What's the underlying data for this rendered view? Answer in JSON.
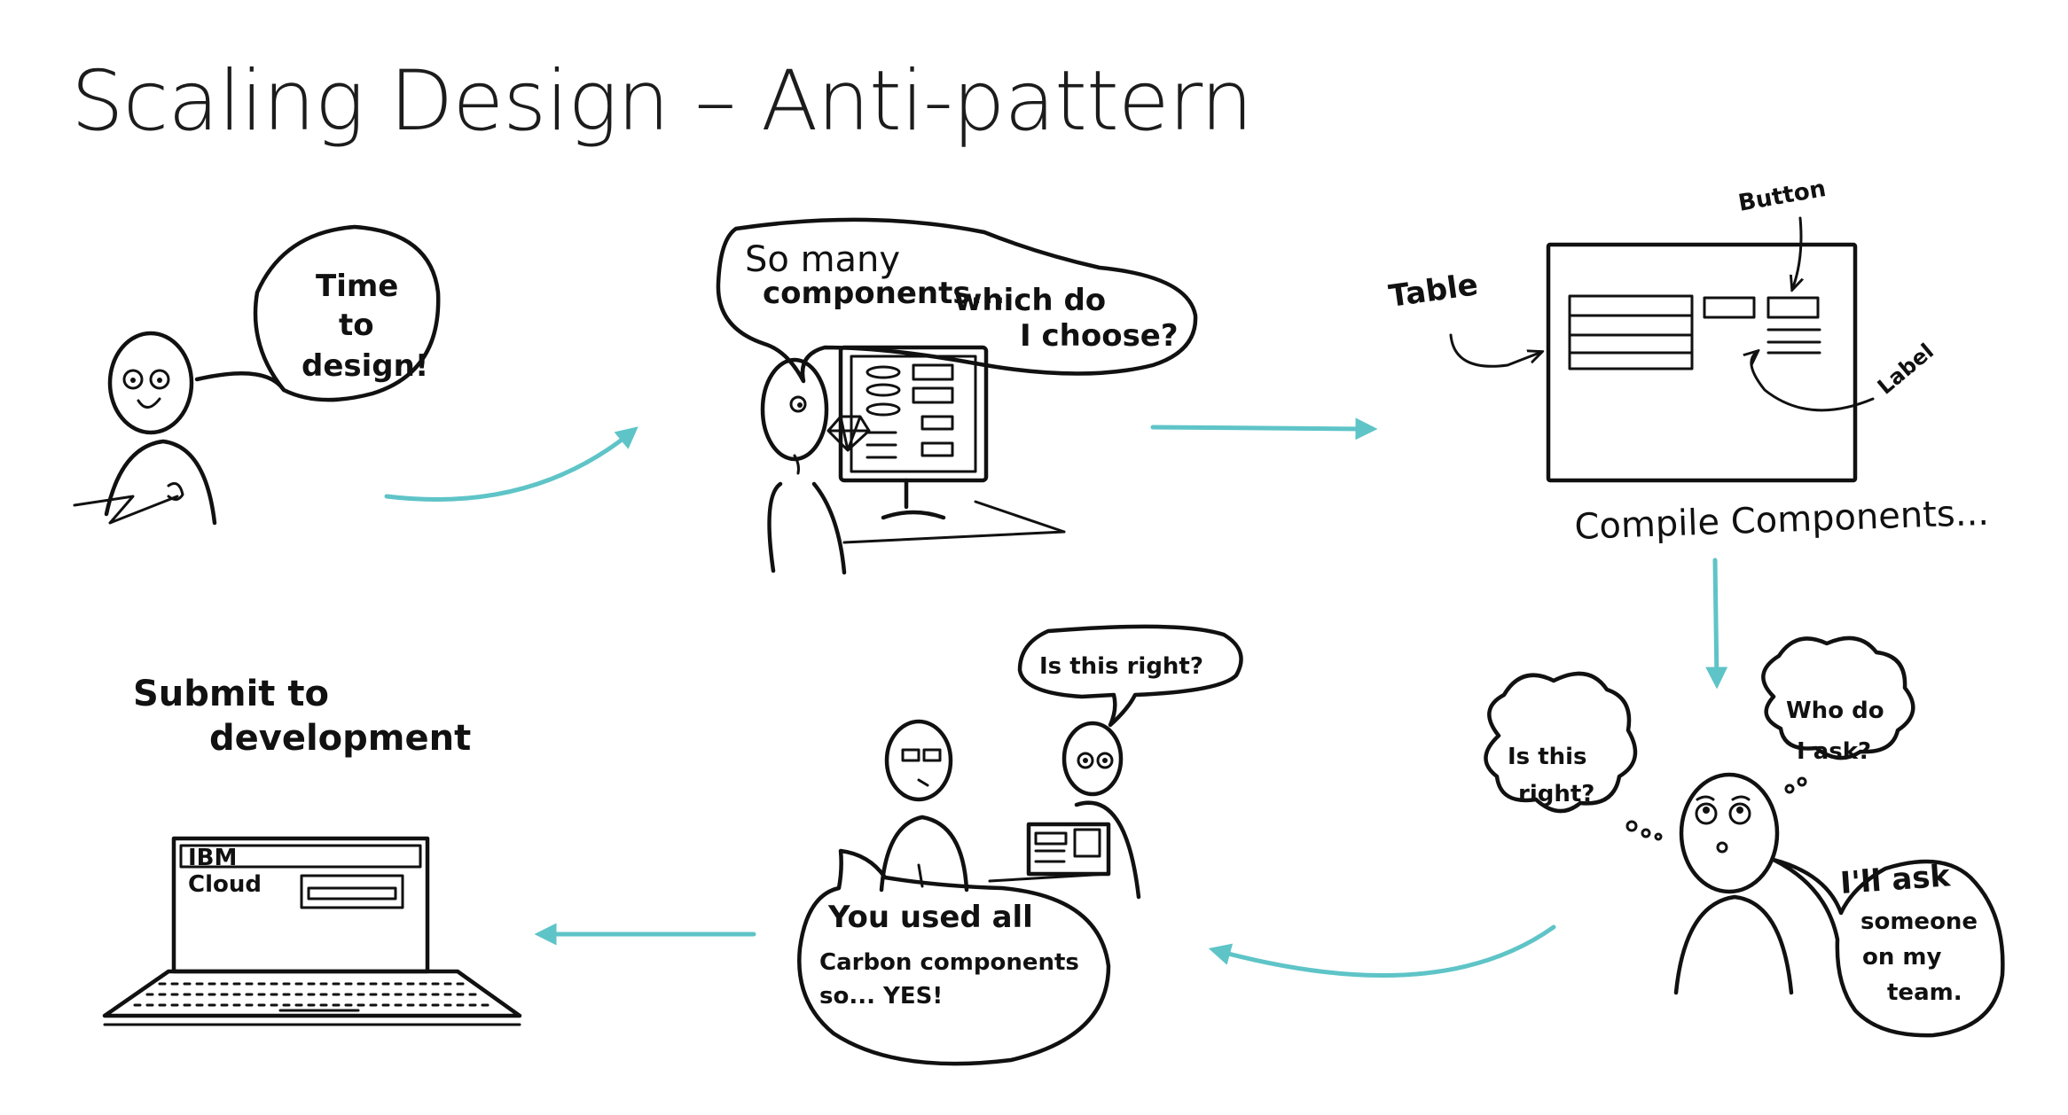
{
  "title": "Scaling Design – Anti-pattern",
  "accent_color": "#5ec4c7",
  "ink_color": "#111111",
  "scenes": {
    "start": {
      "speech": [
        "Time",
        "to",
        "design!"
      ]
    },
    "choose": {
      "speech": [
        "So many",
        "components...",
        "which do",
        "I choose?"
      ]
    },
    "compile": {
      "labels": {
        "table": "Table",
        "button": "Button",
        "label": "Label"
      },
      "caption": "Compile Components..."
    },
    "doubt": {
      "thought_left": [
        "Is this",
        "right?"
      ],
      "thought_right": [
        "Who do",
        "I ask?"
      ],
      "speech": [
        "I'll ask",
        "someone",
        "on my",
        "team."
      ]
    },
    "review": {
      "question": "Is this right?",
      "answer": [
        "You used all",
        "Carbon components",
        "so... YES!"
      ]
    },
    "submit": {
      "caption": [
        "Submit to",
        "development"
      ],
      "laptop_brand": "IBM",
      "laptop_product": "Cloud"
    }
  },
  "flow_arrows": [
    "start-to-choose",
    "choose-to-compile",
    "compile-to-doubt",
    "doubt-to-review",
    "review-to-submit"
  ]
}
